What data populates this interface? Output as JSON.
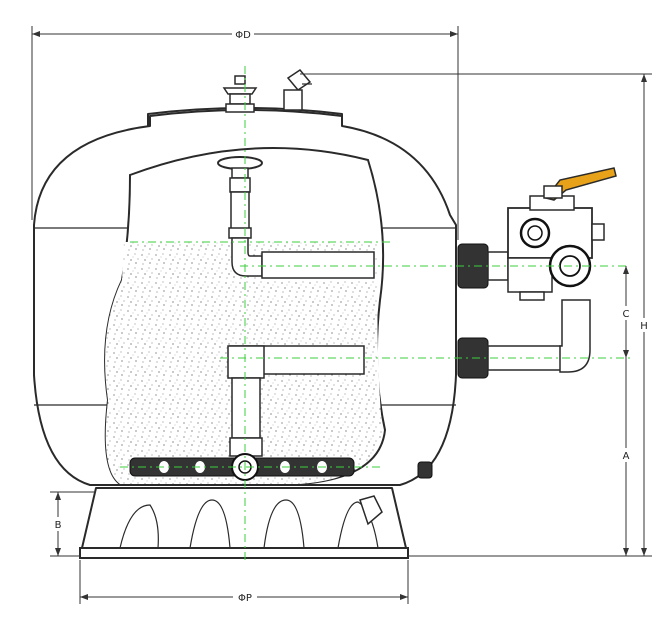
{
  "dimensions": {
    "d_label": "ΦD",
    "p_label": "ΦP",
    "h_label": "H",
    "c_label": "C",
    "a_label": "A",
    "b_label": "B"
  },
  "colors": {
    "outline": "#2a2a2a",
    "centerline": "#3ecf3e",
    "handle": "#e8a21a",
    "background": "#ffffff"
  }
}
